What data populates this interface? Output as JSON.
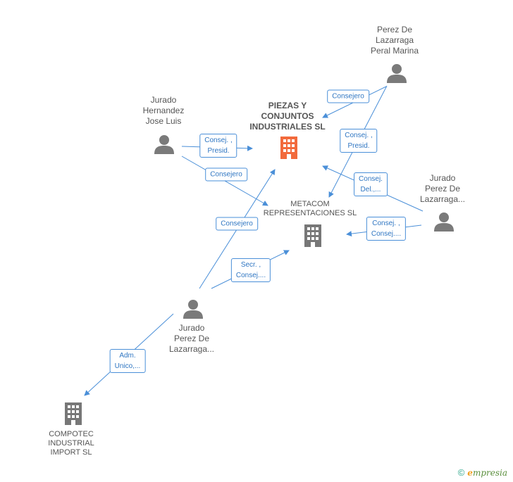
{
  "colors": {
    "edge": "#4a8fd8",
    "person_icon": "#7a7a7a",
    "company_icon": "#777777",
    "main_company_icon": "#f26a3c"
  },
  "nodes": {
    "piezas": {
      "label": "PIEZAS Y\nCONJUNTOS\nINDUSTRIALES SL",
      "icon": "building-icon"
    },
    "metacom": {
      "label": "METACOM\nREPRESENTACIONES SL",
      "icon": "building-icon"
    },
    "compotec": {
      "label": "COMPOTEC\nINDUSTRIAL\nIMPORT  SL",
      "icon": "building-icon"
    },
    "jurado_hernandez": {
      "label": "Jurado\nHernandez\nJose Luis",
      "icon": "person-icon"
    },
    "perez_peral": {
      "label": "Perez De\nLazarraga\nPeral Marina",
      "icon": "person-icon"
    },
    "jurado_perez_right": {
      "label": "Jurado\nPerez De\nLazarraga...",
      "icon": "person-icon"
    },
    "jurado_perez_bottom": {
      "label": "Jurado\nPerez De\nLazarraga...",
      "icon": "person-icon"
    }
  },
  "edges": {
    "e1": {
      "label": "Consej. ,\nPresid."
    },
    "e2": {
      "label": "Consejero"
    },
    "e3": {
      "label": "Consejero"
    },
    "e4": {
      "label": "Consej. ,\nPresid."
    },
    "e5": {
      "label": "Consej.\nDel.,..."
    },
    "e6": {
      "label": "Consej. ,\nConsej...."
    },
    "e7": {
      "label": "Consejero"
    },
    "e8": {
      "label": "Secr. ,\nConsej...."
    },
    "e9": {
      "label": "Adm.\nUnico,..."
    }
  },
  "footer": {
    "copyright_symbol": "©",
    "brand_initial": "e",
    "brand_rest": "mpresia"
  }
}
